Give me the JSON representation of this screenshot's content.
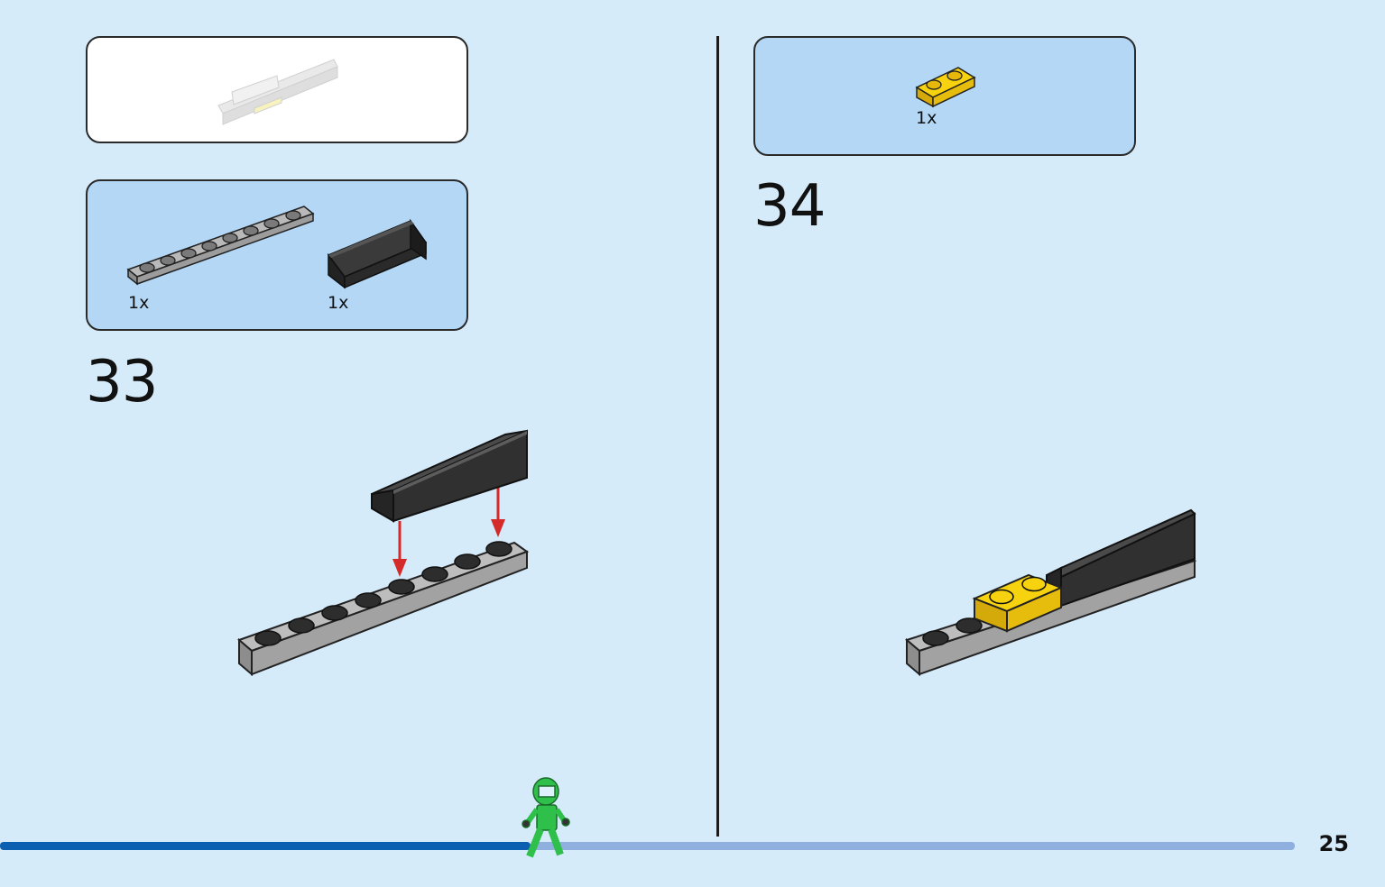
{
  "steps": [
    {
      "number": "33",
      "parts": [
        {
          "name": "light-gray plate 1x8",
          "qty": "1x",
          "color": "#a0a0a0"
        },
        {
          "name": "black angle plate",
          "qty": "1x",
          "color": "#303030"
        }
      ]
    },
    {
      "number": "34",
      "parts": [
        {
          "name": "yellow plate 1x2",
          "qty": "1x",
          "color": "#f5d10f"
        }
      ]
    }
  ],
  "page": {
    "number": "25"
  },
  "progress": {
    "fraction": 0.41,
    "done_color": "#0a5fb0",
    "remaining_color": "#8fb0df"
  },
  "colors": {
    "background": "#d6ebfa",
    "callout": "#b3d7f5",
    "arrow": "#d42a2a",
    "minifig": "#2ec04a"
  }
}
